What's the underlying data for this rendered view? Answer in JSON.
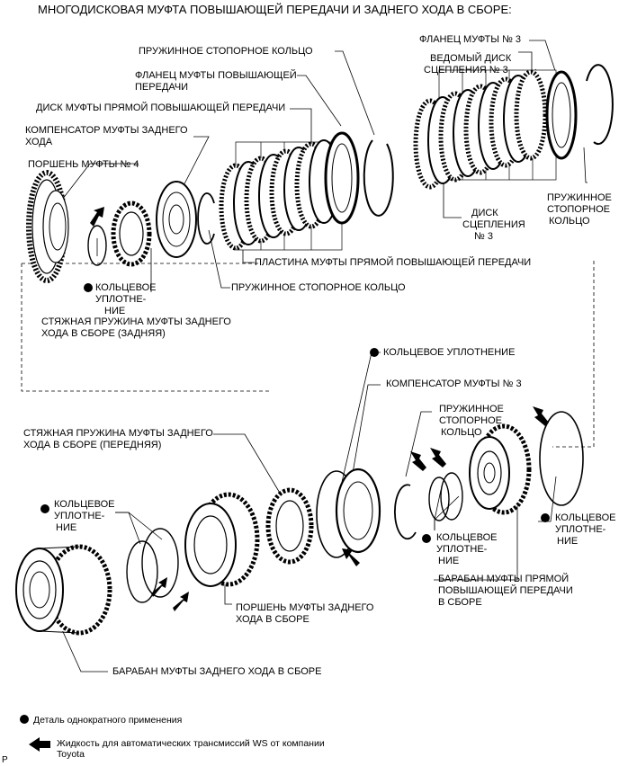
{
  "title": "МНОГОДИСКОВАЯ МУФТА ПОВЫШАЮЩЕЙ ПЕРЕДАЧИ И ЗАДНЕГО ХОДА В СБОРЕ:",
  "labels": {
    "snap_ring_top": "ПРУЖИННОЕ СТОПОРНОЕ КОЛЬЦО",
    "od_flange_1": "ФЛАНЕЦ МУФТЫ ПОВЫШАЮЩЕЙ",
    "od_flange_2": "ПЕРЕДАЧИ",
    "od_direct_disc": "ДИСК МУФТЫ ПРЯМОЙ ПОВЫШАЮЩЕЙ ПЕРЕДАЧИ",
    "rev_comp_1": "КОМПЕНСАТОР МУФТЫ ЗАДНЕГО",
    "rev_comp_2": "ХОДА",
    "piston4": "ПОРШЕНЬ МУФТЫ № 4",
    "oring_a_1": "КОЛЬЦЕВОЕ",
    "oring_a_2": "УПЛОТНЕ-",
    "oring_a_3": "НИЕ",
    "spring_rear_1": "СТЯЖНАЯ ПРУЖИНА МУФТЫ ЗАДНЕГО",
    "spring_rear_2": "ХОДА В СБОРЕ (ЗАДНЯЯ)",
    "od_plate": "ПЛАСТИНА МУФТЫ ПРЯМОЙ ПОВЫШАЮЩЕЙ ПЕРЕДАЧИ",
    "snap_ring_mid": "ПРУЖИННОЕ СТОПОРНОЕ КОЛЬЦО",
    "flange3": "ФЛАНЕЦ МУФТЫ № 3",
    "driven3_1": "ВЕДОМЫЙ ДИСК",
    "driven3_2": "СЦЕПЛЕНИЯ № 3",
    "snap_right_1": "ПРУЖИННОЕ",
    "snap_right_2": "СТОПОРНОЕ",
    "snap_right_3": "КОЛЬЦО",
    "disc3_1": "ДИСК",
    "disc3_2": "СЦЕПЛЕНИЯ",
    "disc3_3": "№ 3",
    "oring_full": "КОЛЬЦЕВОЕ УПЛОТНЕНИЕ",
    "comp3": "КОМПЕНСАТОР МУФТЫ № 3",
    "snap_low_1": "ПРУЖИННОЕ",
    "snap_low_2": "СТОПОРНОЕ",
    "snap_low_3": "КОЛЬЦО",
    "spring_front_1": "СТЯЖНАЯ ПРУЖИНА МУФТЫ ЗАДНЕГО",
    "spring_front_2": "ХОДА В СБОРЕ (ПЕРЕДНЯЯ)",
    "oring_b_1": "КОЛЬЦЕВОЕ",
    "oring_b_2": "УПЛОТНЕ-",
    "oring_b_3": "НИЕ",
    "oring_c_1": "КОЛЬЦЕВОЕ",
    "oring_c_2": "УПЛОТНЕ-",
    "oring_c_3": "НИЕ",
    "oring_d_1": "КОЛЬЦЕВОЕ",
    "oring_d_2": "УПЛОТНЕ-",
    "oring_d_3": "НИЕ",
    "od_drum_1": "БАРАБАН МУФТЫ ПРЯМОЙ",
    "od_drum_2": "ПОВЫШАЮЩЕЙ ПЕРЕДАЧИ",
    "od_drum_3": "В СБОРЕ",
    "rev_piston_1": "ПОРШЕНЬ МУФТЫ ЗАДНЕГО",
    "rev_piston_2": "ХОДА В СБОРЕ",
    "rev_drum": "БАРАБАН МУФТЫ ЗАДНЕГО ХОДА В СБОРЕ"
  },
  "legend": {
    "single_use": "Деталь однократного применения",
    "fluid_1": "Жидкость для автоматических трансмиссий WS от компании",
    "fluid_2": "Toyota"
  },
  "corner_mark": "P",
  "icons": {
    "single_use_marker": "filled-circle-icon",
    "fluid_marker": "arrow-icon"
  }
}
